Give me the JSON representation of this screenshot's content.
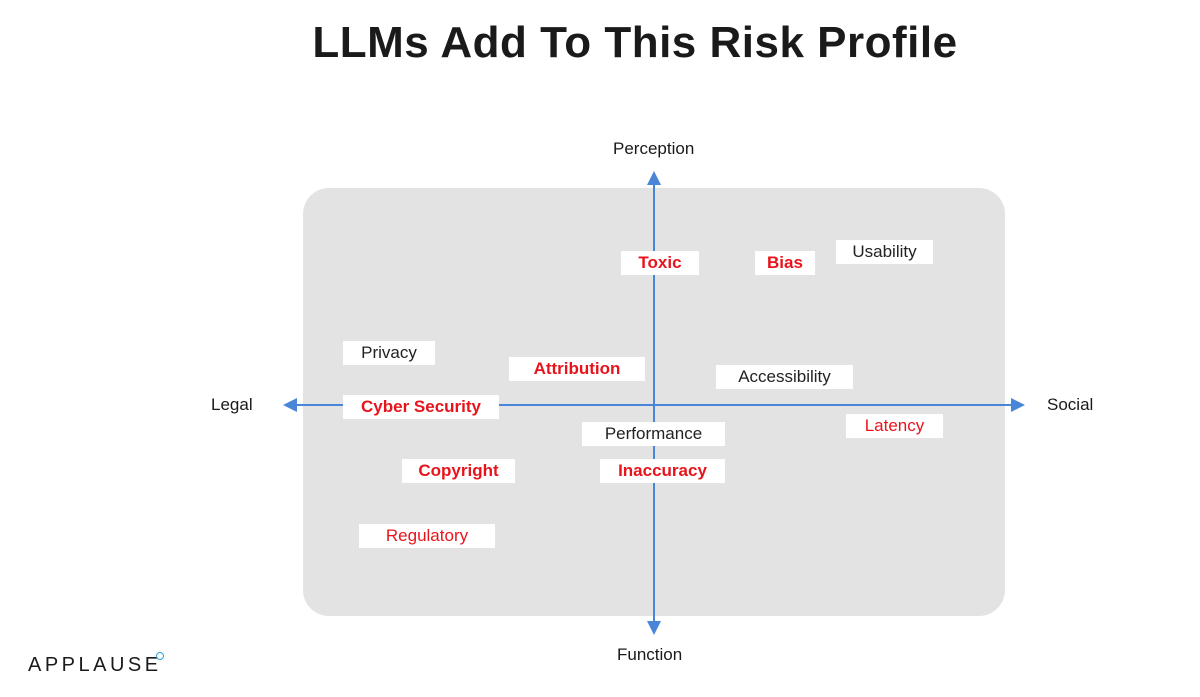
{
  "title": "LLMs Add To This Risk Profile",
  "axes": {
    "top": "Perception",
    "bottom": "Function",
    "left": "Legal",
    "right": "Social"
  },
  "risks": [
    {
      "label": "Toxic",
      "highlight": true
    },
    {
      "label": "Bias",
      "highlight": true
    },
    {
      "label": "Usability",
      "highlight": false
    },
    {
      "label": "Privacy",
      "highlight": false
    },
    {
      "label": "Attribution",
      "highlight": true
    },
    {
      "label": "Accessibility",
      "highlight": false
    },
    {
      "label": "Cyber Security",
      "highlight": true
    },
    {
      "label": "Performance",
      "highlight": false
    },
    {
      "label": "Latency",
      "highlight": true
    },
    {
      "label": "Copyright",
      "highlight": true
    },
    {
      "label": "Inaccuracy",
      "highlight": true
    },
    {
      "label": "Regulatory",
      "highlight": true
    }
  ],
  "logo": "APPLAUSE",
  "colors": {
    "highlight": "#e8141c",
    "normal": "#222222",
    "axis": "#4a86d8",
    "panel": "#e3e3e3",
    "logo_accent": "#2a9fd8"
  }
}
